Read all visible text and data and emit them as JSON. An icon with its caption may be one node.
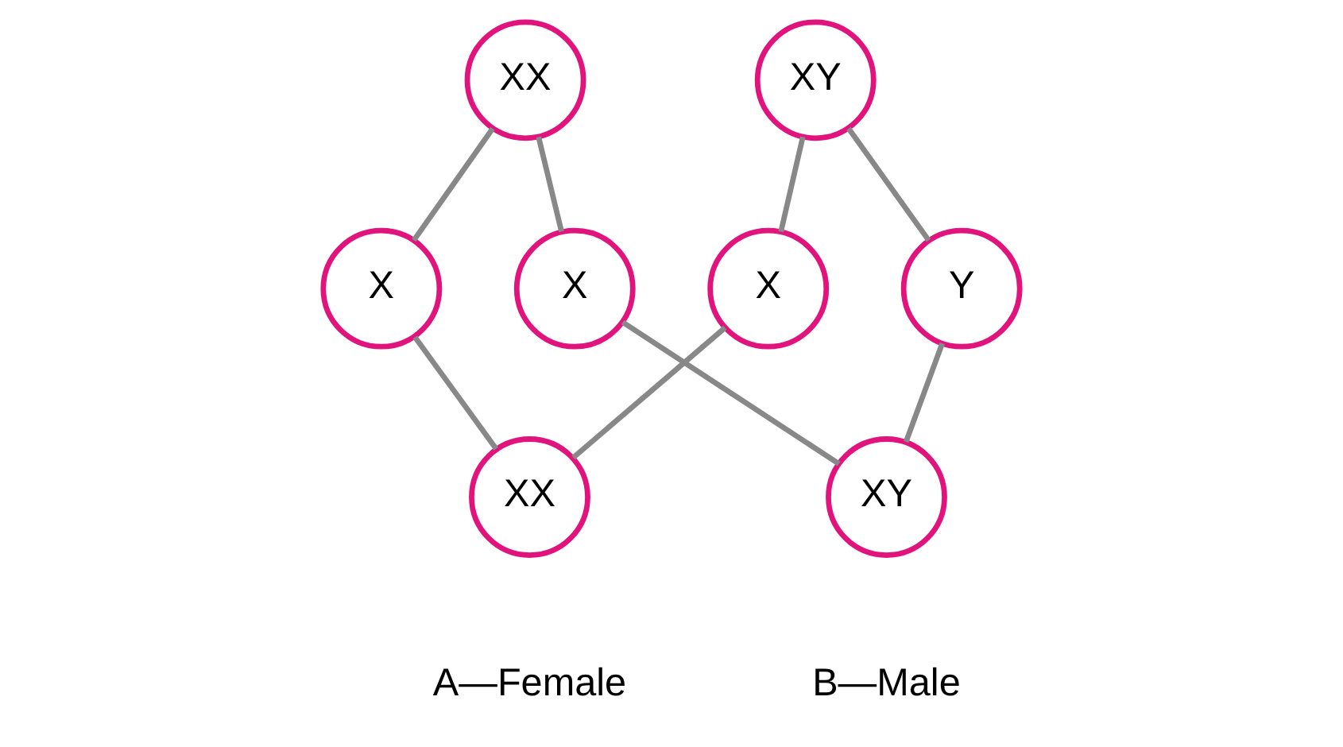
{
  "diagram": {
    "nodes": [
      {
        "text": [
          "XX"
        ]
      },
      {
        "text": [
          "X"
        ]
      },
      {
        "text": [
          "X"
        ]
      },
      {
        "text": [
          "XY"
        ]
      },
      {
        "text": [
          "X"
        ]
      },
      {
        "text": [
          "Y"
        ]
      },
      {
        "text": [
          "XX"
        ],
        "beside": [
          "A—Female"
        ]
      },
      {
        "text": [
          "XY"
        ],
        "beside": [
          "B—Male"
        ]
      }
    ],
    "edges": [
      {
        "from": 0,
        "to": 1,
        "arrow": "none"
      },
      {
        "from": 0,
        "to": 2,
        "arrow": "none"
      },
      {
        "from": 3,
        "to": 4,
        "arrow": "none"
      },
      {
        "from": 3,
        "to": 5,
        "arrow": "none"
      },
      {
        "from": 1,
        "to": 6,
        "arrow": "none"
      },
      {
        "from": 4,
        "to": 6,
        "arrow": "none"
      },
      {
        "from": 2,
        "to": 7,
        "arrow": "none"
      },
      {
        "from": 5,
        "to": 7,
        "arrow": "none"
      }
    ]
  }
}
